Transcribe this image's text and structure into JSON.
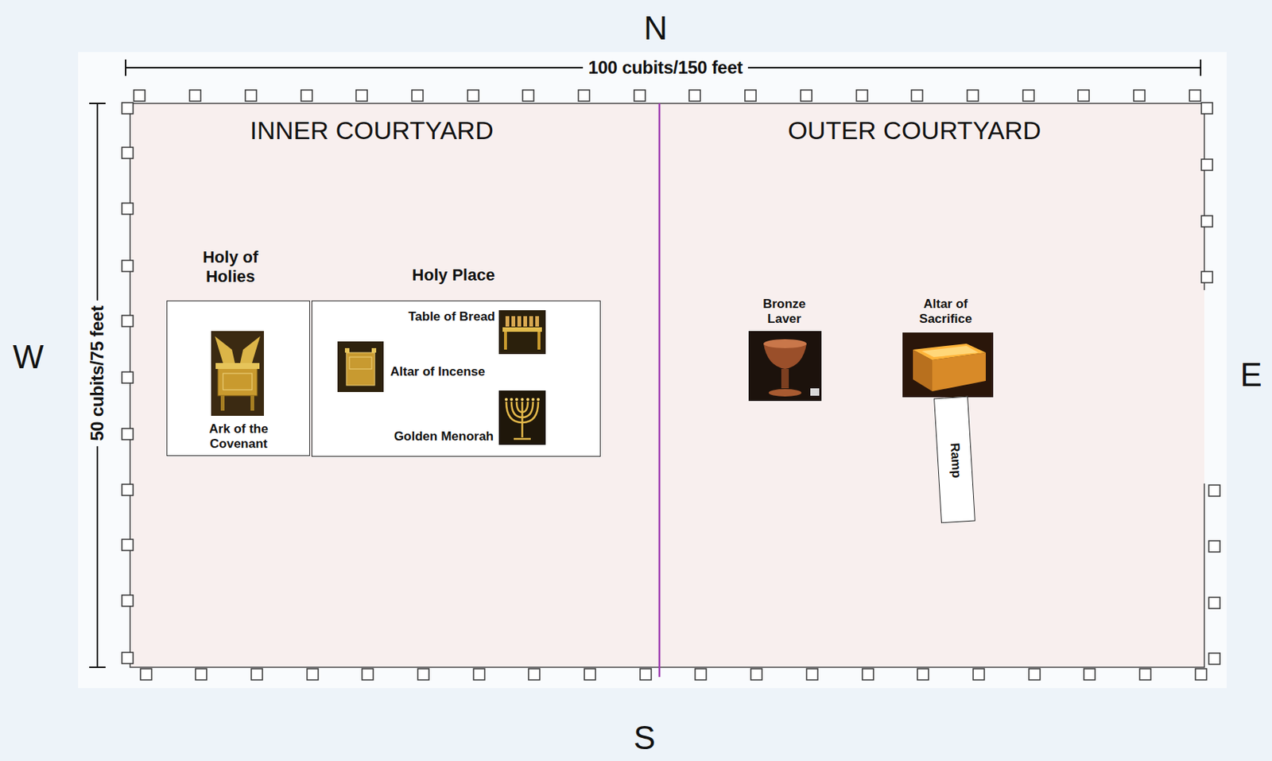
{
  "diagram": {
    "nodes": [
      {
        "text": [
          "INNER COURTYARD"
        ]
      },
      {
        "text": [
          "OUTER COURTYARD"
        ]
      },
      {
        "text": [
          "Holy of Holies",
          "Ark of the Covenant"
        ],
        "in": 0
      },
      {
        "text": [
          "Holy Place",
          "Table of Bread",
          "Altar of Incense",
          "Golden Menorah"
        ],
        "in": 0
      },
      {
        "text": [
          "Bronze Laver"
        ],
        "in": 1
      },
      {
        "text": [
          "Altar of Sacrifice"
        ],
        "in": 1
      },
      {
        "text": [
          "Ramp"
        ],
        "in": 1
      }
    ],
    "labels": [
      "N",
      "W",
      "E",
      "S",
      "100 cubits/150 feet",
      "50 cubits/75 feet"
    ]
  }
}
